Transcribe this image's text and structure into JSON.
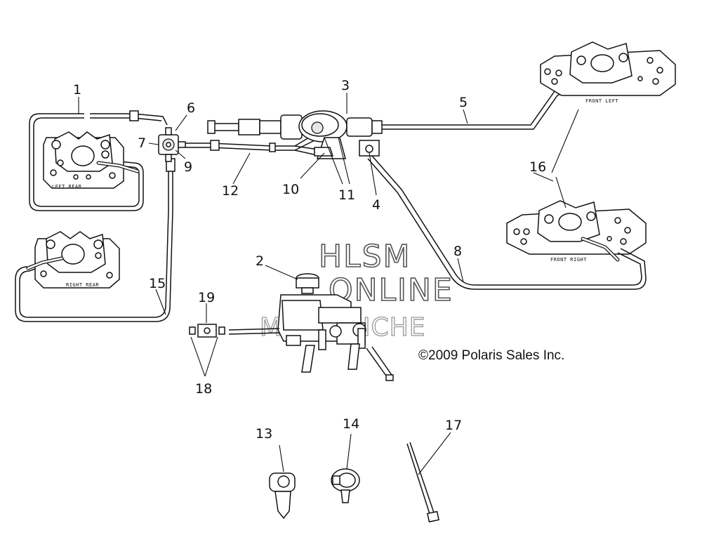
{
  "callouts": [
    "1",
    "2",
    "3",
    "4",
    "5",
    "6",
    "7",
    "8",
    "9",
    "10",
    "11",
    "12",
    "13",
    "14",
    "15",
    "16",
    "17",
    "18",
    "19"
  ],
  "caliper_labels": {
    "left_rear": "LEFT REAR",
    "right_rear": "RIGHT REAR",
    "front_left": "FRONT LEFT",
    "front_right": "FRONT RIGHT"
  },
  "watermark": {
    "line1": "HLSM",
    "line2": "ONLINE",
    "line3": "MICROFICHE"
  },
  "copyright": "©2009 Polaris Sales Inc.",
  "colors": {
    "ink": "#111111",
    "background": "#ffffff"
  }
}
